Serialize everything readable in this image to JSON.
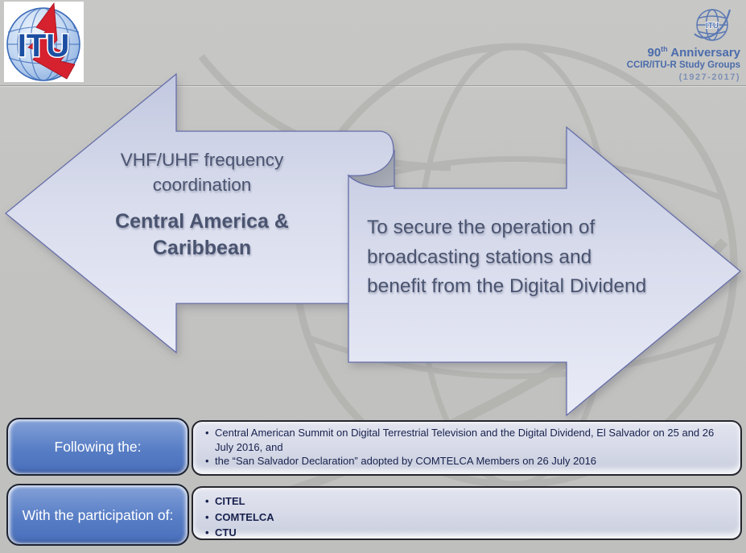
{
  "branding": {
    "itu_logo_text": "ITU",
    "anniversary": {
      "number": "90",
      "ordinal": "th",
      "label": " Anniversary",
      "line2": "CCIR/ITU-R Study Groups",
      "line3": "(1927-2017)",
      "icon_label": "ITU"
    }
  },
  "arrows": {
    "left": {
      "title": "VHF/UHF frequency coordination",
      "subtitle": "Central America & Caribbean"
    },
    "right": {
      "text": "To secure the operation of broadcasting stations and benefit from the Digital Dividend"
    }
  },
  "sections": [
    {
      "label": "Following the:",
      "bullets": [
        "Central American Summit on Digital Terrestrial Television and the Digital Dividend, El Salvador on 25 and 26 July 2016,  and",
        "the “San Salvador Declaration” adopted by COMTELCA Members on 26 July 2016"
      ]
    },
    {
      "label": "With the participation of:",
      "bullets": [
        "CITEL",
        "COMTELCA",
        "CTU"
      ]
    }
  ],
  "colors": {
    "background": "#c2c2c0",
    "button_blue": "#5b80c6",
    "navy_text": "#17214d",
    "anniversary_blue": "#4b6cab",
    "arrow_fill_light": "#e8eaf6",
    "arrow_fill_dark": "#c2c8e0",
    "arrow_border": "#666ea8",
    "curl_gray": "#949aa6",
    "logo_blue": "#1c4fa2",
    "logo_red": "#d6212e"
  }
}
